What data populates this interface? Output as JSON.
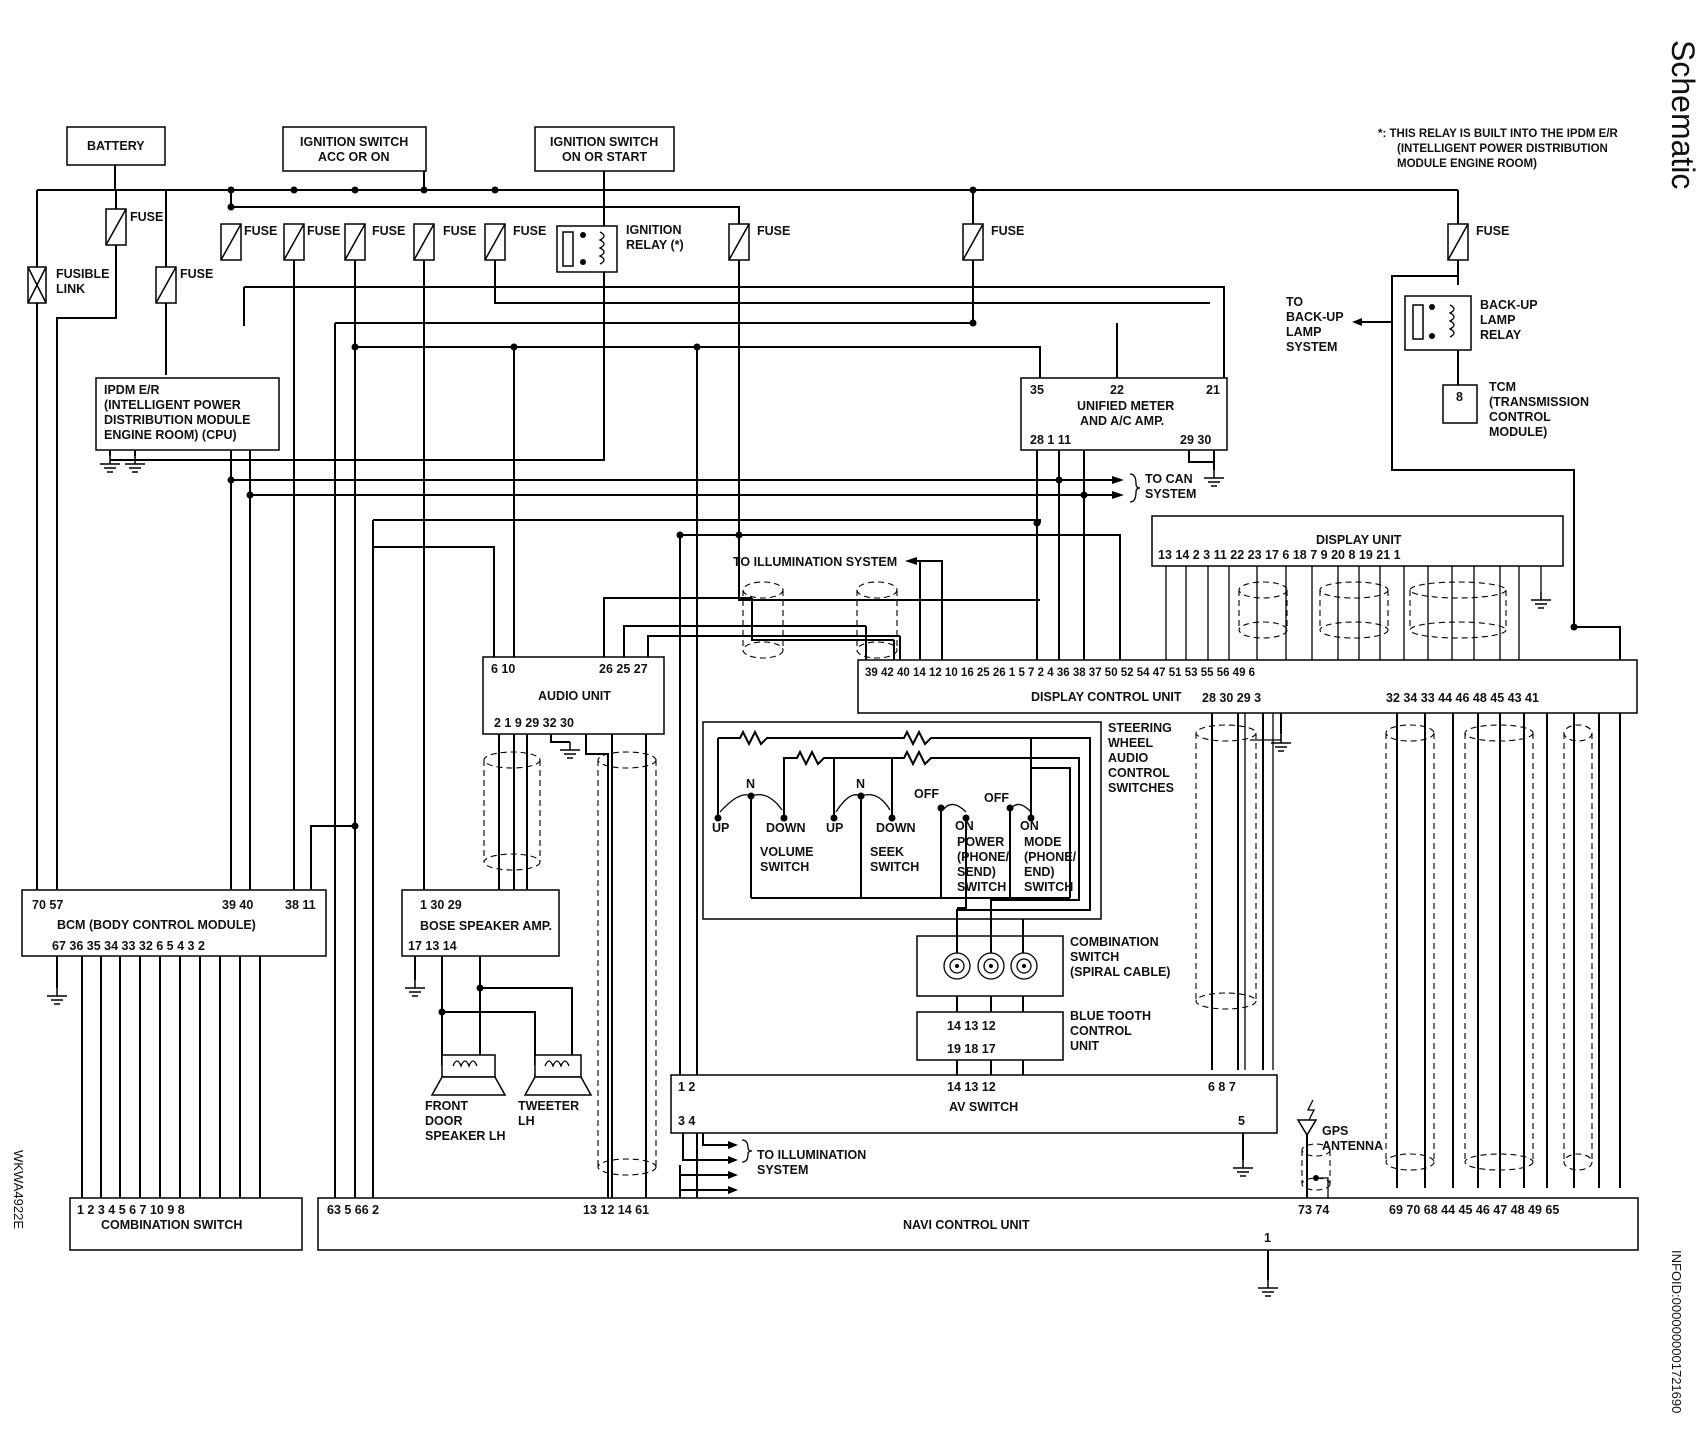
{
  "title": "Schematic",
  "diagram_code": "WKWA4922E",
  "info_id": "INFOID:0000000001721690",
  "relay_note_line1": "*: THIS RELAY IS BUILT INTO THE IPDM E/R",
  "relay_note_line2": "(INTELLIGENT POWER DISTRIBUTION",
  "relay_note_line3": "MODULE ENGINE ROOM)",
  "labels": {
    "battery": "BATTERY",
    "ign_acc_1": "IGNITION SWITCH",
    "ign_acc_2": "ACC OR ON",
    "ign_start_1": "IGNITION SWITCH",
    "ign_start_2": "ON OR START",
    "fuse": "FUSE",
    "fusible_1": "FUSIBLE",
    "fusible_2": "LINK",
    "ign_relay_1": "IGNITION",
    "ign_relay_2": "RELAY (*)",
    "to_backup_1": "TO",
    "to_backup_2": "BACK-UP",
    "to_backup_3": "LAMP",
    "to_backup_4": "SYSTEM",
    "backup_relay_1": "BACK-UP",
    "backup_relay_2": "LAMP",
    "backup_relay_3": "RELAY",
    "tcm_1": "TCM",
    "tcm_2": "(TRANSMISSION",
    "tcm_3": "CONTROL",
    "tcm_4": "MODULE)",
    "tcm_pin": "8",
    "ipdm_1": "IPDM E/R",
    "ipdm_2": "(INTELLIGENT POWER",
    "ipdm_3": "DISTRIBUTION MODULE",
    "ipdm_4": "ENGINE ROOM) (CPU)",
    "meter_1": "UNIFIED METER",
    "meter_2": "AND A/C AMP.",
    "meter_pins_top_1": "35",
    "meter_pins_top_2": "22",
    "meter_pins_top_3": "21",
    "meter_pins_bottom": "28    1    11",
    "meter_pins_bottom_r": "29   30",
    "to_can_1": "TO CAN",
    "to_can_2": "SYSTEM",
    "display_unit": "DISPLAY UNIT",
    "display_unit_pins": "13 14   2    3     11    22   23   17   6   18    7     9    20    8   19  21   1",
    "to_illum": "TO ILLUMINATION SYSTEM",
    "audio_unit": "AUDIO UNIT",
    "audio_pins_top_l": "6  10",
    "audio_pins_top_r": "26  25  27",
    "audio_pins_bottom": "2      1     9       29   32    30",
    "dcu": "DISPLAY CONTROL UNIT",
    "dcu_pins_top": "39  42  40    14   12   10      16   25   26      1         5    7     2     4     36    38    37   50  52   54   47   51   53   55  56   49          6",
    "dcu_pins_bottom": "28    30   29 3",
    "dcu_pins_bottom_r": "32    34    33   44  46   48   45    43   41",
    "steering_1": "STEERING",
    "steering_2": "WHEEL",
    "steering_3": "AUDIO",
    "steering_4": "CONTROL",
    "steering_5": "SWITCHES",
    "up": "UP",
    "down": "DOWN",
    "n": "N",
    "off": "OFF",
    "on": "ON",
    "volume_1": "VOLUME",
    "volume_2": "SWITCH",
    "seek_1": "SEEK",
    "seek_2": "SWITCH",
    "power_1": "POWER",
    "power_2": "(PHONE/",
    "power_3": "SEND)",
    "power_4": "SWITCH",
    "mode_1": "MODE",
    "mode_2": "(PHONE/",
    "mode_3": "END)",
    "mode_4": "SWITCH",
    "bcm_pins_top_l": "70  57",
    "bcm_pins_top_m": "39  40",
    "bcm_pins_top_r": "38  11",
    "bcm": "BCM (BODY CONTROL MODULE)",
    "bcm_pins_bottom": "67   36   35   34   33   32    6     5     4     3     2",
    "bose_pins_top": "1                30    29",
    "bose": "BOSE SPEAKER AMP.",
    "bose_pins_bottom": "17   13          14",
    "comb_sw_1": "COMBINATION",
    "comb_sw_2": "SWITCH",
    "comb_sw_3": "(SPIRAL CABLE)",
    "bt_1": "BLUE TOOTH",
    "bt_2": "CONTROL",
    "bt_3": "UNIT",
    "bt_pins_top": "14         13         12",
    "bt_pins_bottom": "19         18         17",
    "front_spk_1": "FRONT",
    "front_spk_2": "DOOR",
    "front_spk_3": "SPEAKER LH",
    "tweeter_1": "TWEETER",
    "tweeter_2": "LH",
    "av_pins_top_l": "1  2",
    "av_pins_top_m": "14         13         12",
    "av_pins_top_r": "6         8       7",
    "av_switch": "AV SWITCH",
    "av_pins_bottom_l": "3     4",
    "av_pins_bottom_r": "5",
    "to_illum2_1": "TO ILLUMINATION",
    "to_illum2_2": "SYSTEM",
    "gps_1": "GPS",
    "gps_2": "ANTENNA",
    "comb_pins": "1     2     3     4     5     6     7   10    9     8",
    "comb_switch": "COMBINATION SWITCH",
    "navi_pins_l": "63    5    66   2",
    "navi_pins_m": "13    12     14          61",
    "navi_pins_gps": "73   74",
    "navi_pins_r": "69    70    68    44   45   46   47   48   49   65",
    "navi": "NAVI CONTROL UNIT",
    "navi_pin_1": "1"
  }
}
